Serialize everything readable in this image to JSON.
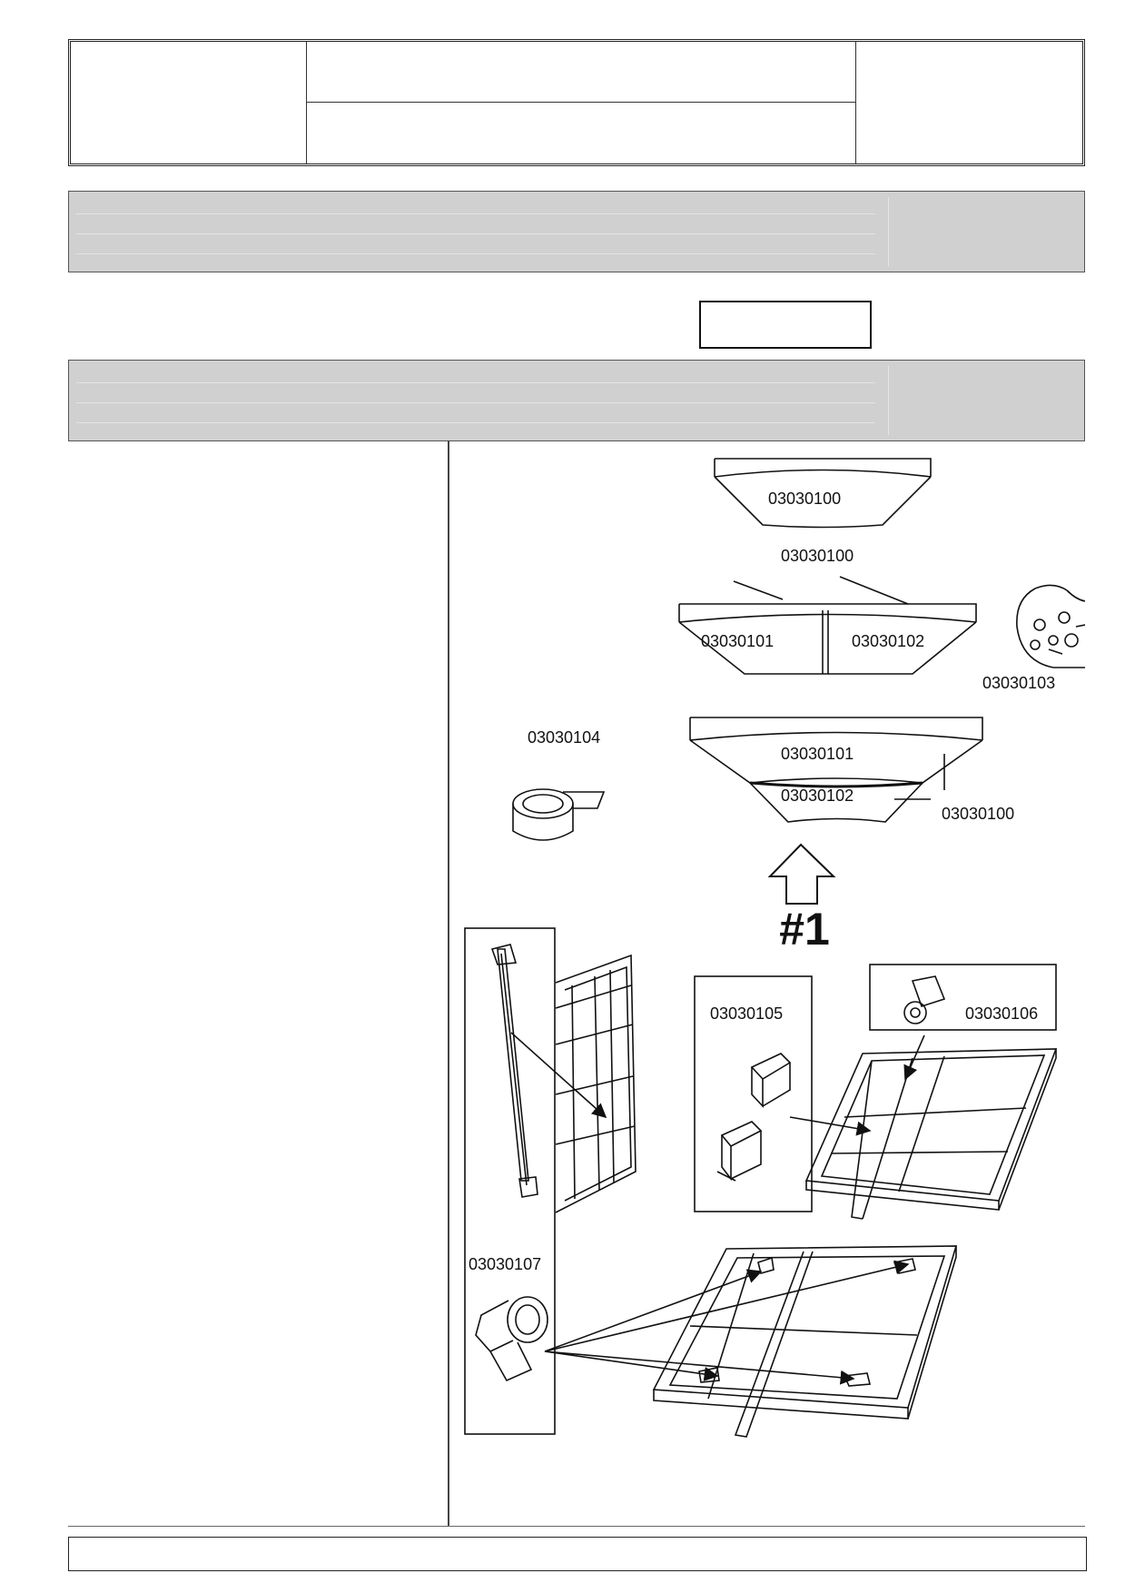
{
  "parts": {
    "p100_top": "03030100",
    "p100_label": "03030100",
    "p101_split": "03030101",
    "p102_split": "03030102",
    "p103": "03030103",
    "p104": "03030104",
    "p101_stack": "03030101",
    "p102_stack": "03030102",
    "p100_side": "03030100",
    "p105": "03030105",
    "p106": "03030106",
    "p107": "03030107"
  },
  "step": "#1"
}
